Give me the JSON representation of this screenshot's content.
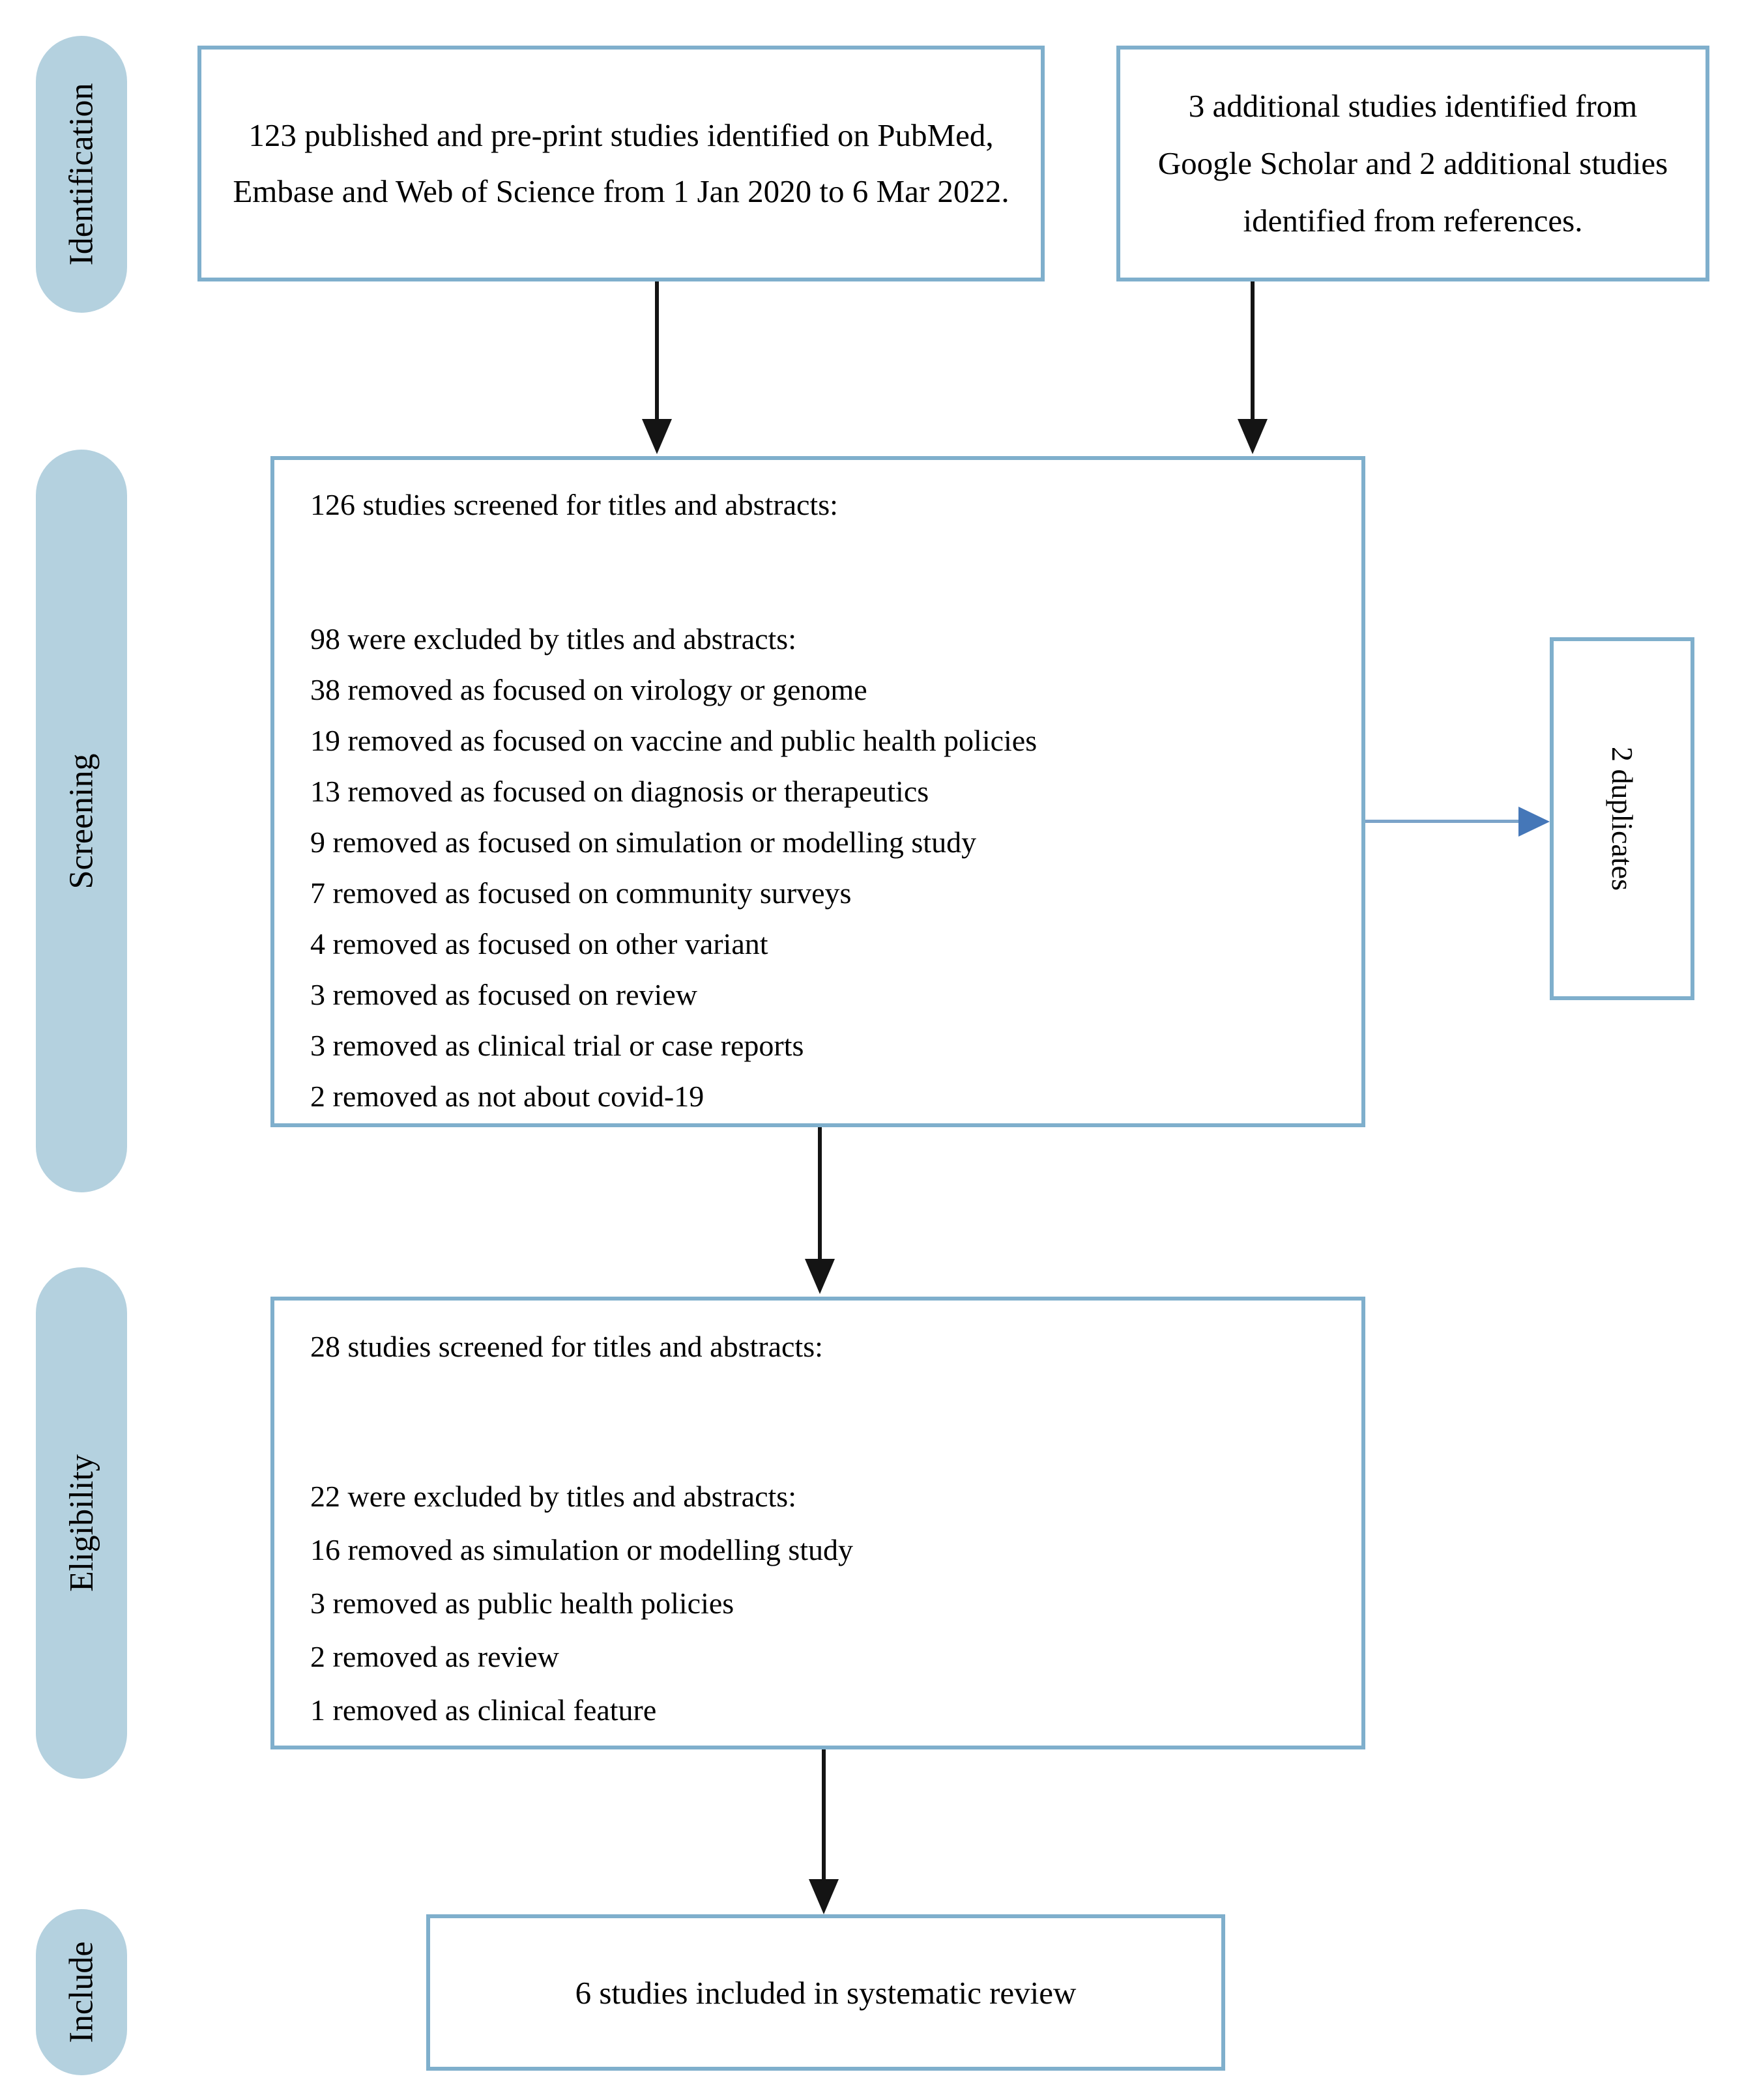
{
  "stages": {
    "identification": {
      "label": "Identification"
    },
    "screening": {
      "label": "Screening"
    },
    "eligibility": {
      "label": "Eligibility"
    },
    "include": {
      "label": "Include"
    }
  },
  "boxes": {
    "identified_databases": {
      "text": "123 published and pre-print studies identified on PubMed, Embase and Web of Science from 1 Jan 2020 to 6 Mar 2022."
    },
    "identified_other": {
      "text": "3 additional studies identified from Google Scholar and 2 additional studies identified from references."
    },
    "screening": {
      "title": "126 studies screened for titles and abstracts:",
      "excluded_header": "98 were excluded by titles and abstracts:",
      "exclusions": [
        "38 removed as focused on virology or genome",
        "19 removed as focused on vaccine and public health policies",
        "13 removed as focused on diagnosis or therapeutics",
        "9 removed as focused on simulation or modelling study",
        "7 removed as focused on community surveys",
        "4 removed as focused on other variant",
        "3 removed as focused on review",
        "3 removed as clinical trial or case reports",
        "2 removed as not about covid-19"
      ]
    },
    "duplicates": {
      "text": "2 duplicates"
    },
    "eligibility": {
      "title": "28 studies screened for titles and abstracts:",
      "excluded_header": "22 were excluded by titles and abstracts:",
      "exclusions": [
        "16 removed as simulation or modelling study",
        "3 removed as public health policies",
        "2 removed as review",
        "1 removed as clinical feature"
      ]
    },
    "included": {
      "text": "6 studies included in systematic review"
    }
  },
  "colors": {
    "box_border": "#7fafcc",
    "stage_fill": "#b4d1df",
    "duplicates_arrow_line": "#7ba3c9",
    "duplicates_arrow_head": "#4577b8",
    "flow_arrow": "#141414",
    "text": "#000000",
    "background": "#ffffff"
  }
}
